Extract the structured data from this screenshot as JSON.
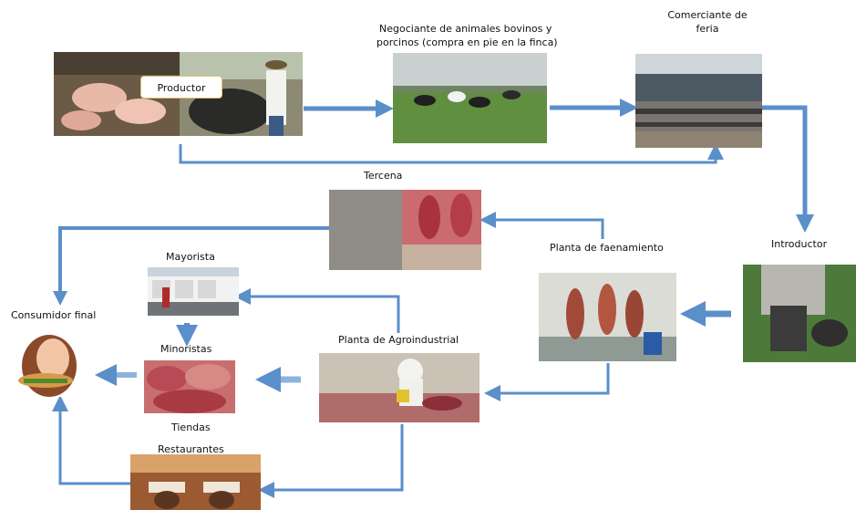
{
  "nodes": {
    "productor": "Productor",
    "negociante": "Negociante de animales bovinos y",
    "negociante_2": "porcinos (compra en pie en la finca)",
    "comerciante": "Comerciante de",
    "comerciante_2": "feria",
    "introductor": "Introductor",
    "planta_faenamiento": "Planta de faenamiento",
    "tercena": "Tercena",
    "mayorista": "Mayorista",
    "minoristas": "Minoristas",
    "tiendas": "Tiendas",
    "restaurantes": "Restaurantes",
    "planta_agroindustrial": "Planta de Agroindustrial",
    "consumidor_final": "Consumidor final"
  },
  "colors": {
    "arrow": "#5b8fc9",
    "arrow_light": "#8cb3de"
  }
}
